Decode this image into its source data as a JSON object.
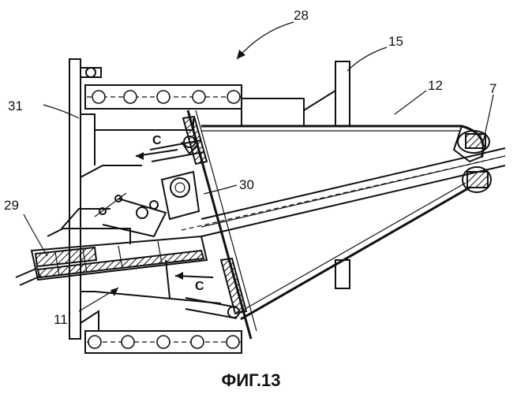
{
  "labels": {
    "l28": "28",
    "l15": "15",
    "l12": "12",
    "l31": "31",
    "l7": "7",
    "l30": "30",
    "l29": "29",
    "l11": "11",
    "c_top": "C",
    "c_bottom": "C"
  },
  "caption": "ФИГ.13"
}
